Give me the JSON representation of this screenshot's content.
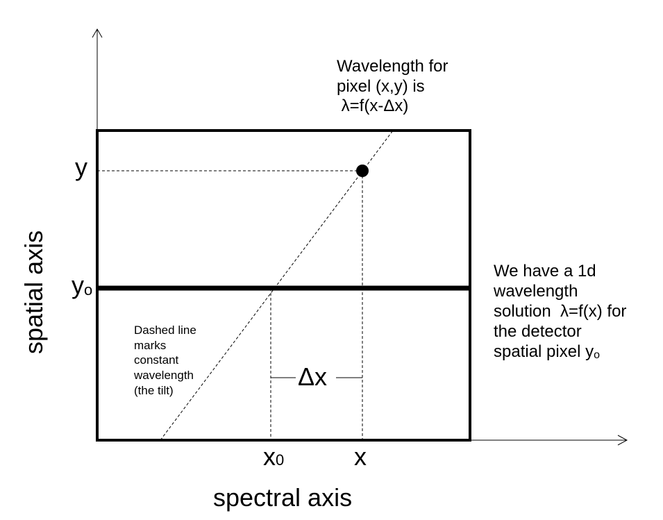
{
  "axes": {
    "x_label": "spectral axis",
    "y_label": "spatial axis"
  },
  "ticks": {
    "y": "y",
    "y0_base": "y",
    "y0_sub": "o",
    "x0_base": "x",
    "x0_sub": "0",
    "x": "x"
  },
  "delta_label": "Δx",
  "annotations": {
    "top_right": [
      "Wavelength for",
      "pixel (x,y) is",
      " λ=f(x-Δx)"
    ],
    "right": [
      "We have a 1d",
      "wavelength",
      "solution  λ=f(x) for",
      "the detector"
    ],
    "right_last_base": "spatial pixel y",
    "right_last_sub": "o",
    "tilt_note": [
      "Dashed line",
      "marks",
      "constant",
      "wavelength",
      "(the tilt)"
    ]
  }
}
